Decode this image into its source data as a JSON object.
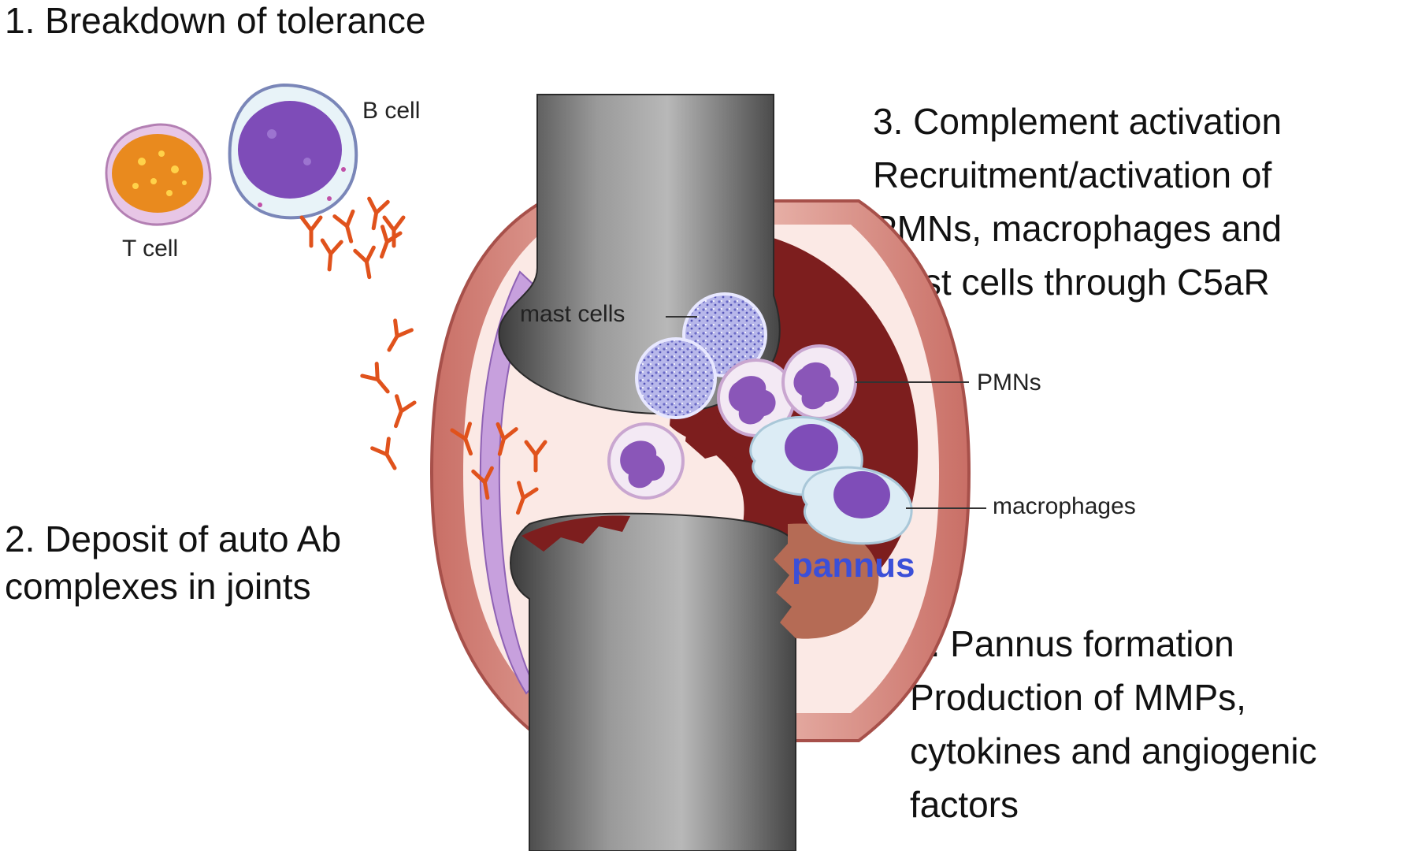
{
  "steps": {
    "step1": "1. Breakdown of tolerance",
    "step2_line1": "2. Deposit of auto Ab",
    "step2_line2": "complexes in joints",
    "step3_line1": "3. Complement activation",
    "step3_line2": "Recruitment/activation of",
    "step3_line3": "PMNs, macrophages and",
    "step3_line4": "mast cells through C5aR",
    "step4_line1": "4. Pannus formation",
    "step4_line2": "Production of MMPs,",
    "step4_line3": "cytokines and angiogenic",
    "step4_line4": "factors"
  },
  "labels": {
    "t_cell": "T cell",
    "b_cell": "B cell",
    "mast_cells": "mast cells",
    "pmns": "PMNs",
    "macrophages": "macrophages",
    "pannus": "pannus"
  },
  "colors": {
    "bone": "#6e6e6e",
    "synovium": "#e9b3aa",
    "inflamed": "#7d1e1e",
    "antibody": "#e0521c",
    "pannus_text": "#3b4fd8"
  }
}
